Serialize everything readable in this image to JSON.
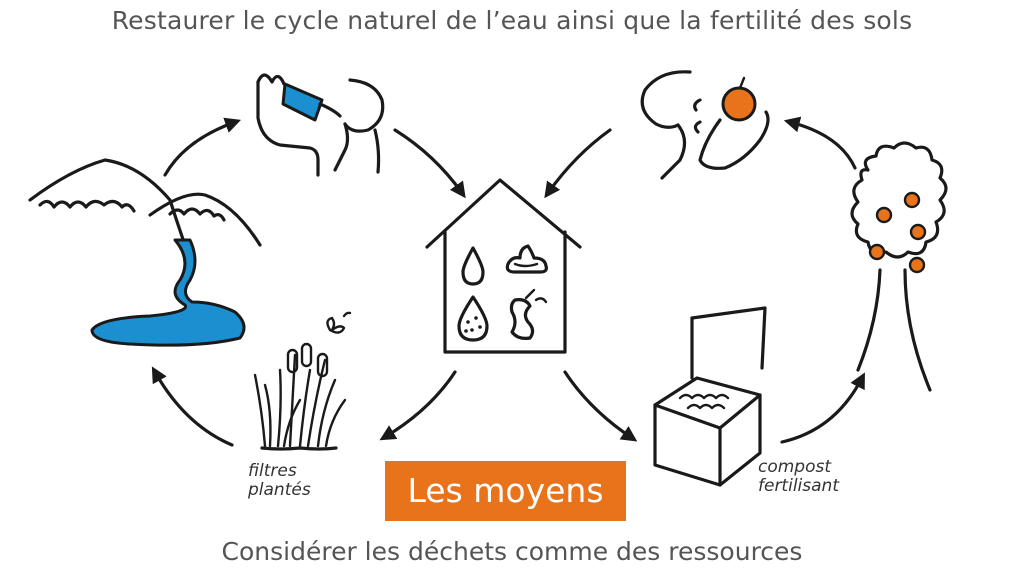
{
  "top_title": "Restaurer le cycle naturel de l’eau ainsi que la fertilité des sols",
  "bottom_title": "Considérer les déchets comme des ressources",
  "center_label": "Les moyens",
  "captions": {
    "filters_line1": "filtres",
    "filters_line2": "plantés",
    "compost_line1": "compost",
    "compost_line2": "fertilisant"
  },
  "colors": {
    "water_blue": "#1b8fd0",
    "fruit_orange": "#e8731b",
    "label_bg": "#e8731b",
    "text_gray": "#555555",
    "line_black": "#1a1a1a"
  },
  "icons": [
    "mountain-lake-icon",
    "person-drinking-icon",
    "house-resources-icon",
    "person-eating-apple-icon",
    "apple-tree-icon",
    "compost-bin-icon",
    "reed-filter-icon",
    "butterfly-icon",
    "water-drop-icon",
    "stool-icon",
    "urine-drop-icon",
    "apple-core-icon"
  ]
}
